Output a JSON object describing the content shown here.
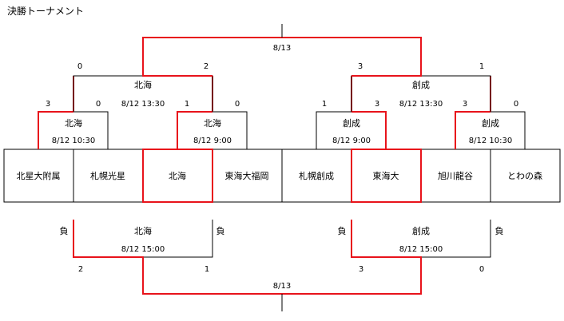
{
  "title": "決勝トーナメント",
  "colors": {
    "win": "#e8131b",
    "line": "#000000"
  },
  "teams": [
    "北星大附属",
    "札幌光星",
    "北海",
    "東海大福岡",
    "札幌創成",
    "東海大",
    "旭川龍谷",
    "とわの森"
  ],
  "round1": [
    {
      "winner": "北海",
      "date": "8/12 10:30",
      "score_left": "3",
      "score_right": "0",
      "winner_side": "left"
    },
    {
      "winner": "北海",
      "date": "8/12 9:00",
      "score_left": "1",
      "score_right": "0",
      "winner_side": "left"
    },
    {
      "winner": "創成",
      "date": "8/12 9:00",
      "score_left": "1",
      "score_right": "3",
      "winner_side": "right"
    },
    {
      "winner": "創成",
      "date": "8/12 10:30",
      "score_left": "3",
      "score_right": "0",
      "winner_side": "left"
    }
  ],
  "semis": [
    {
      "winner": "北海",
      "date": "8/12 13:30",
      "score_left": "0",
      "score_right": "2",
      "winner_side": "right"
    },
    {
      "winner": "創成",
      "date": "8/12 13:30",
      "score_left": "3",
      "score_right": "1",
      "winner_side": "left"
    }
  ],
  "final": {
    "date": "8/13",
    "winner_side": "none"
  },
  "losers": [
    {
      "left_label": "負",
      "right_label": "負",
      "winner": "北海",
      "date": "8/12 15:00",
      "score_left": "2",
      "score_right": "1",
      "winner_side": "left"
    },
    {
      "left_label": "負",
      "right_label": "負",
      "winner": "創成",
      "date": "8/12 15:00",
      "score_left": "3",
      "score_right": "0",
      "winner_side": "left"
    }
  ],
  "third_place": {
    "date": "8/13",
    "winner_side": "none"
  }
}
